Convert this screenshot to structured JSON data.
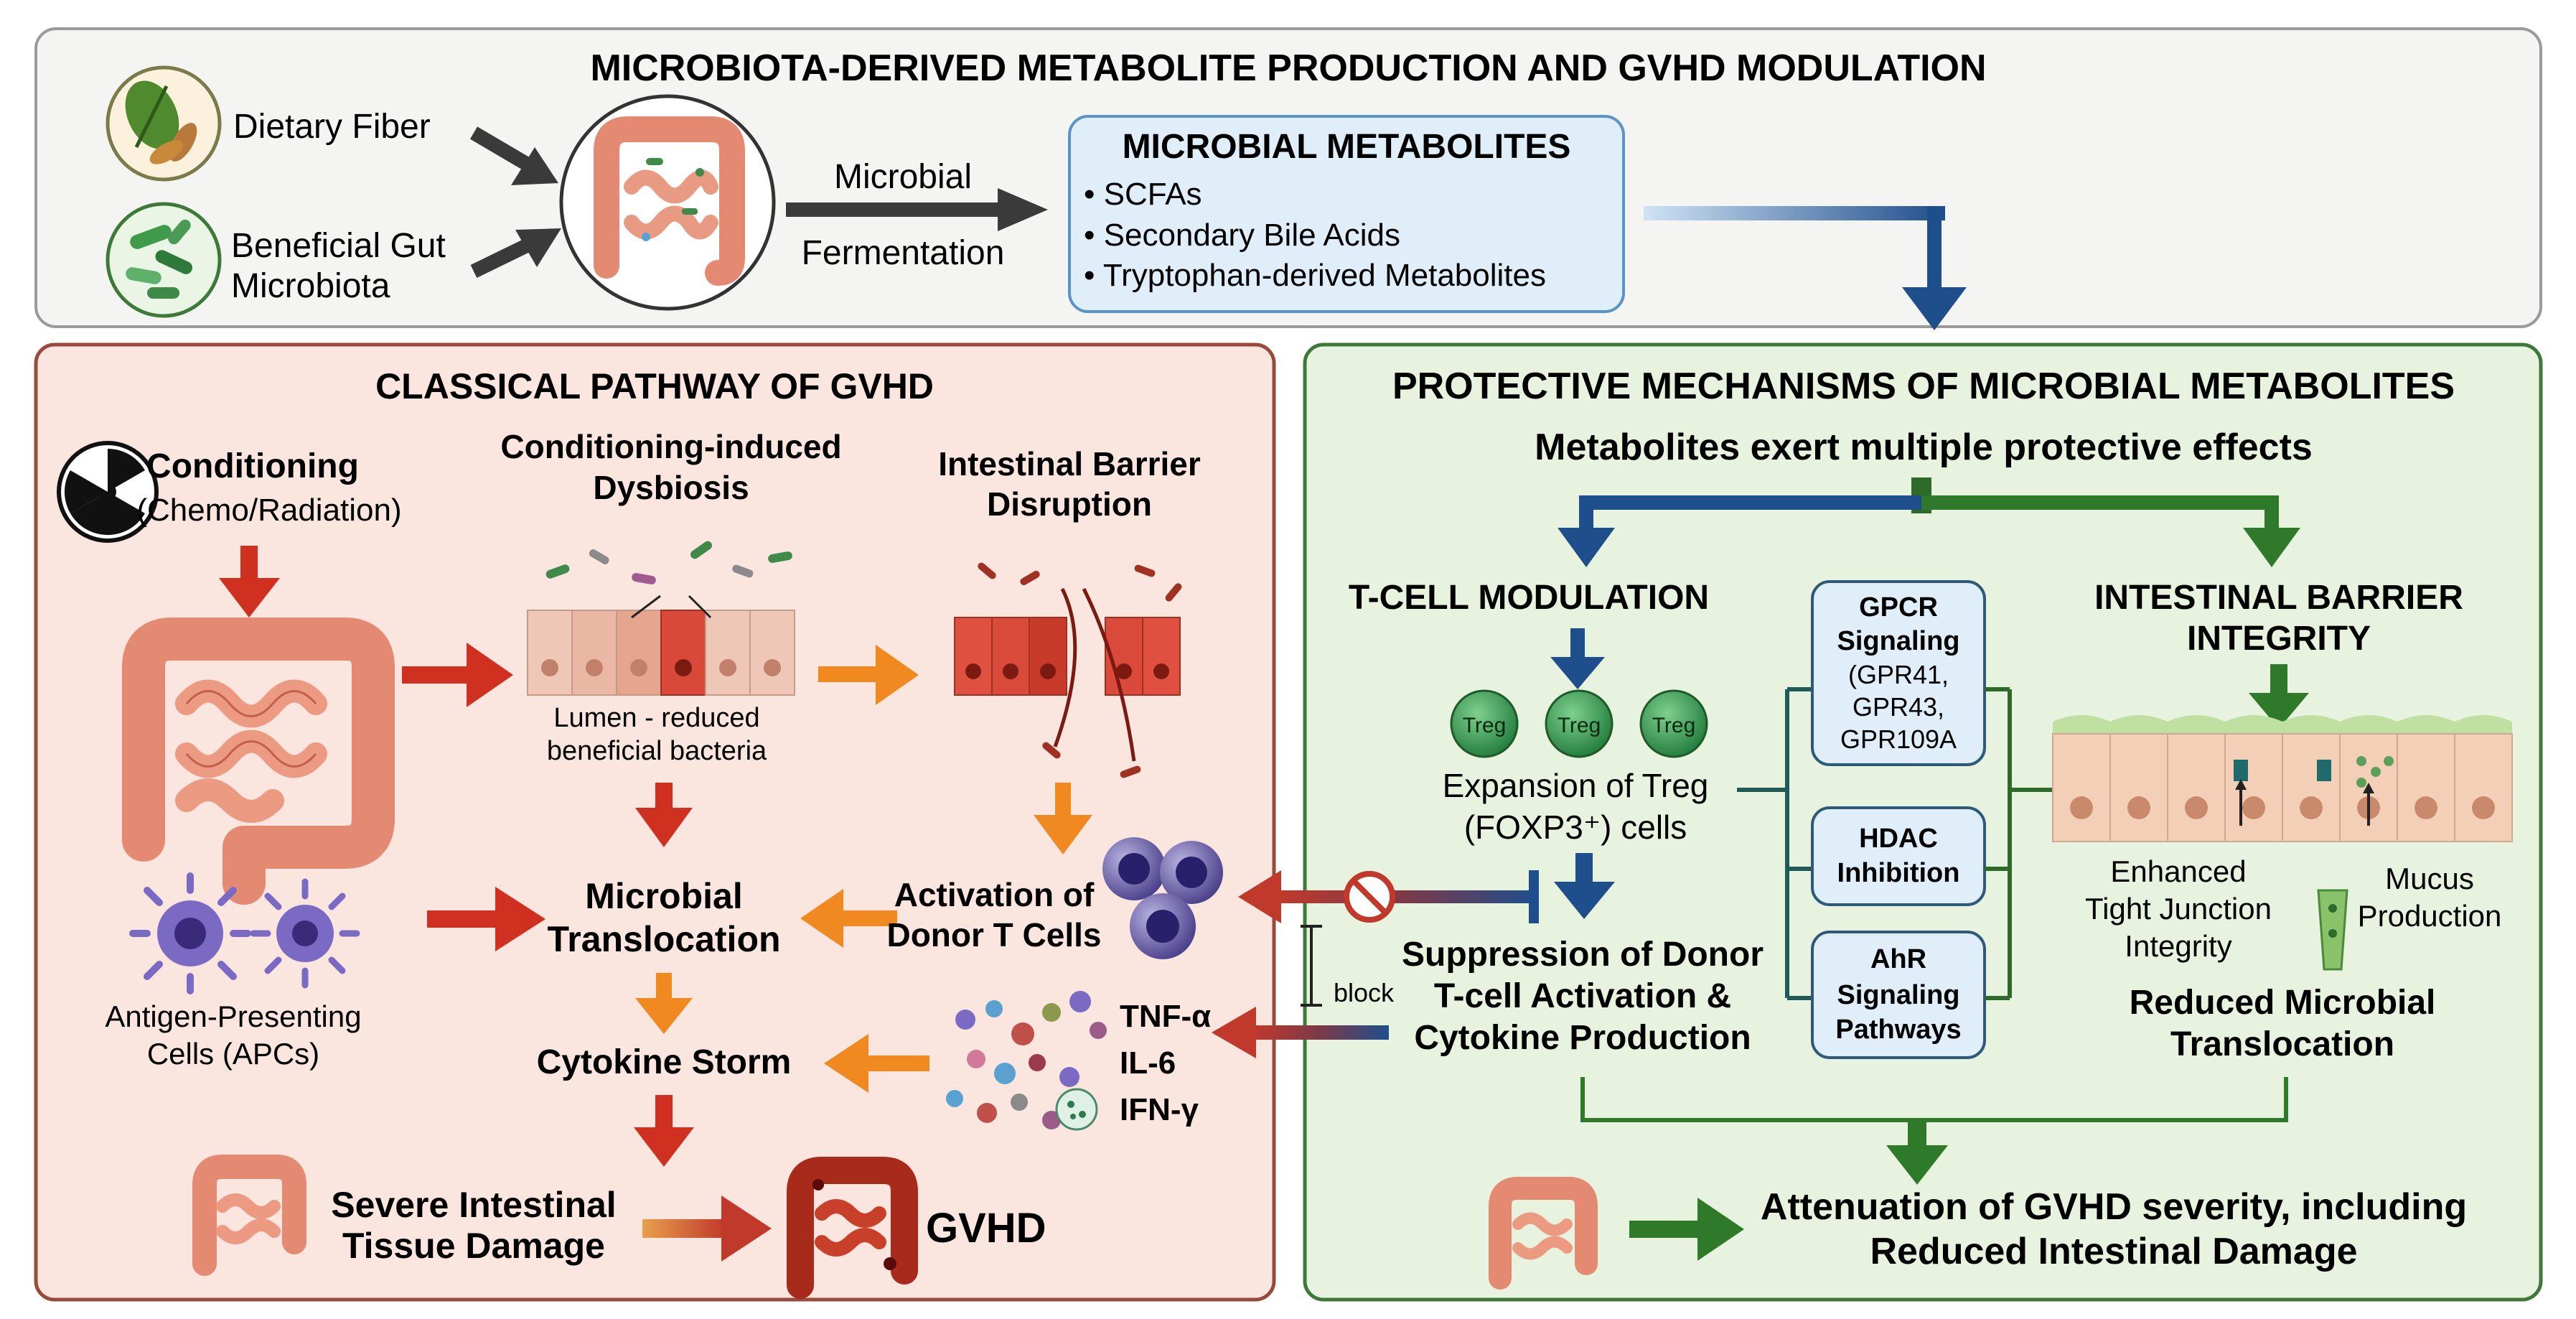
{
  "top": {
    "title": "MICROBIOTA-DERIVED METABOLITE PRODUCTION AND GVHD MODULATION",
    "dietary_fiber": "Dietary Fiber",
    "beneficial_gut": [
      "Beneficial Gut",
      "Microbiota"
    ],
    "fermentation": [
      "Microbial",
      "Fermentation"
    ],
    "metabolites": {
      "title": "MICROBIAL METABOLITES",
      "items": [
        "• SCFAs",
        "• Secondary Bile Acids",
        "• Tryptophan-derived Metabolites"
      ]
    }
  },
  "classical": {
    "title": "CLASSICAL PATHWAY OF GVHD",
    "conditioning": "Conditioning",
    "conditioning_sub": "(Chemo/Radiation)",
    "dysbiosis": [
      "Conditioning-induced",
      "Dysbiosis"
    ],
    "barrier": [
      "Intestinal Barrier",
      "Disruption"
    ],
    "lumen": [
      "Lumen - reduced",
      "beneficial bacteria"
    ],
    "apcs": [
      "Antigen-Presenting",
      "Cells (APCs)"
    ],
    "microbial_translocation": [
      "Microbial",
      "Translocation"
    ],
    "activation": [
      "Activation of",
      "Donor T Cells"
    ],
    "cytokine_storm": "Cytokine Storm",
    "cytokines": [
      "TNF-α",
      "IL-6",
      "IFN-γ"
    ],
    "severe": [
      "Severe Intestinal",
      "Tissue Damage"
    ],
    "gvhd": "GVHD"
  },
  "protective": {
    "title": "PROTECTIVE MECHANISMS OF MICROBIAL METABOLITES",
    "subtitle": "Metabolites exert multiple protective effects",
    "tcell": "T-CELL MODULATION",
    "treg_label": "Treg",
    "expansion": [
      "Expansion of Treg",
      "(FOXP3⁺) cells"
    ],
    "suppression": [
      "Suppression of Donor",
      "T-cell Activation &",
      "Cytokine Production"
    ],
    "block": "block",
    "gpcr": [
      "GPCR",
      "Signaling",
      "(GPR41,",
      "GPR43,",
      "GPR109A"
    ],
    "hdac": [
      "HDAC",
      "Inhibition"
    ],
    "ahr": [
      "AhR",
      "Signaling",
      "Pathways"
    ],
    "barrier_integrity": [
      "INTESTINAL BARRIER",
      "INTEGRITY"
    ],
    "tight_junction": [
      "Enhanced",
      "Tight Junction",
      "Integrity"
    ],
    "mucus": [
      "Mucus",
      "Production"
    ],
    "reduced_translocation": [
      "Reduced Microbial",
      "Translocation"
    ],
    "attenuation": [
      "Attenuation of GVHD severity, including",
      "Reduced Intestinal Damage"
    ]
  }
}
